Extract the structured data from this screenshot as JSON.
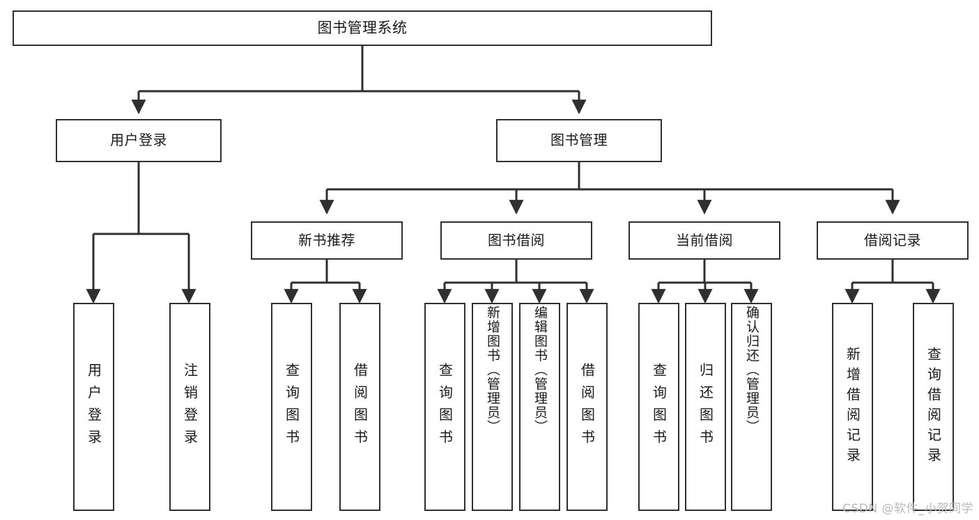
{
  "diagram": {
    "title": "图书管理系统",
    "type": "tree",
    "orientation": "top-down",
    "colors": {
      "box_border": "#2f2f2f",
      "box_fill": "#ffffff",
      "edge": "#2f2f2f",
      "text": "#1a1a1a",
      "watermark": "#b9b9b9",
      "canvas": "#ffffff"
    },
    "watermark": "CSDN @软件_小贺同学",
    "nodes": {
      "root": {
        "label": "图书管理系统"
      },
      "level2": [
        {
          "label": "用户登录"
        },
        {
          "label": "图书管理"
        }
      ],
      "level3": [
        {
          "label": "新书推荐"
        },
        {
          "label": "图书借阅"
        },
        {
          "label": "当前借阅"
        },
        {
          "label": "借阅记录"
        }
      ],
      "leaves": {
        "user_login": [
          {
            "label": "用户登录"
          },
          {
            "label": "注销登录"
          }
        ],
        "new_book_recommend": [
          {
            "label": "查询图书"
          },
          {
            "label": "借阅图书"
          }
        ],
        "book_borrow": [
          {
            "label": "查询图书"
          },
          {
            "label": "新增图书（管理员）"
          },
          {
            "label": "编辑图书（管理员）"
          },
          {
            "label": "借阅图书"
          }
        ],
        "current_borrow": [
          {
            "label": "查询图书"
          },
          {
            "label": "归还图书"
          },
          {
            "label": "确认归还（管理员）"
          }
        ],
        "borrow_record": [
          {
            "label": "新增借阅记录"
          },
          {
            "label": "查询借阅记录"
          }
        ]
      }
    }
  }
}
